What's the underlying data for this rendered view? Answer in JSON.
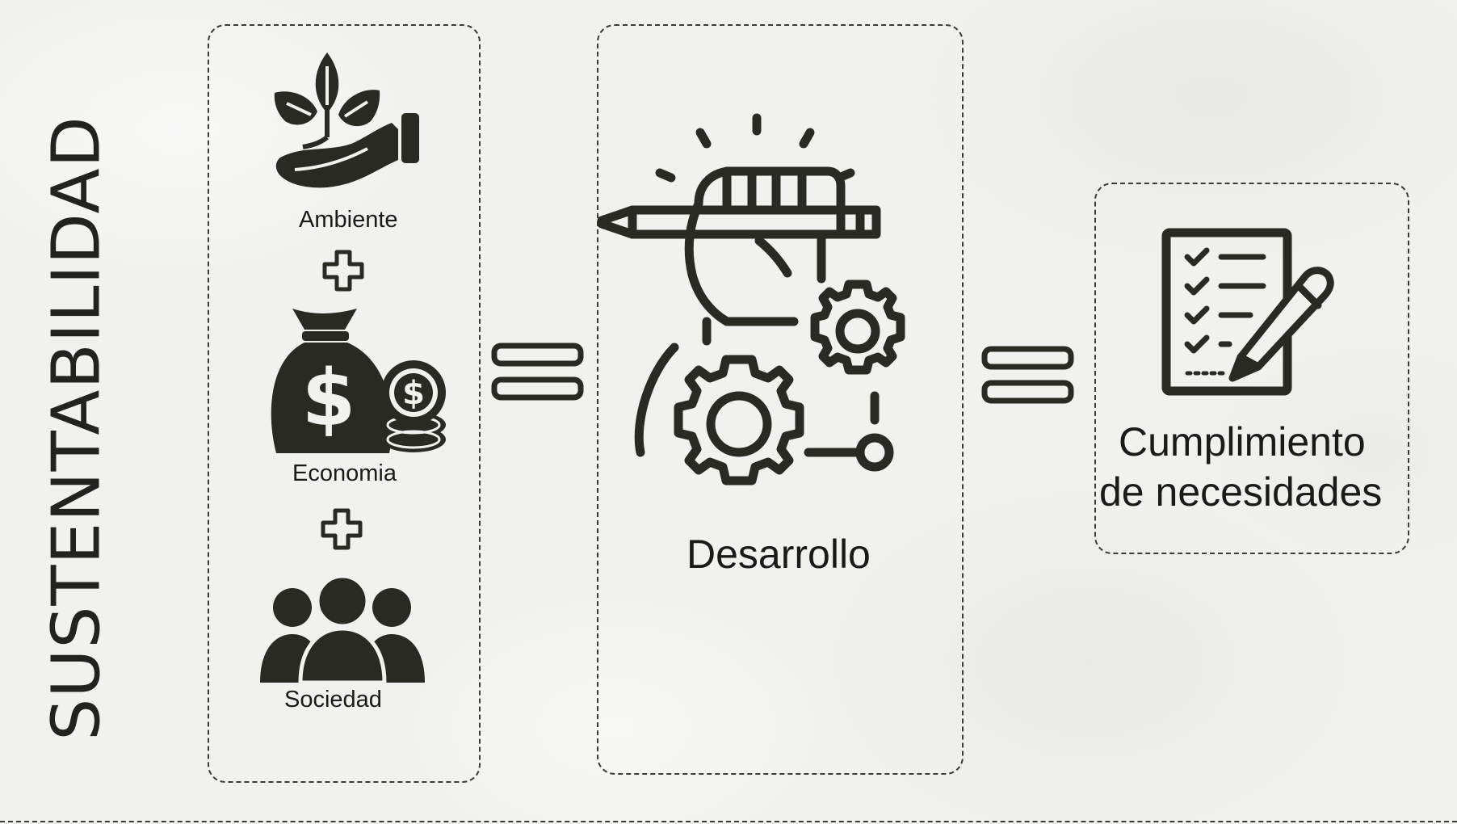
{
  "title": "SUSTENTABILIDAD",
  "pillars": [
    {
      "label": "Ambiente",
      "icon": "plant-hand-icon"
    },
    {
      "label": "Economia",
      "icon": "money-bag-icon"
    },
    {
      "label": "Sociedad",
      "icon": "people-group-icon"
    }
  ],
  "result": {
    "label": "Desarrollo",
    "icon": "hand-pencil-gears-icon"
  },
  "outcome": {
    "label_line1": "Cumplimiento",
    "label_line2": "de necesidades",
    "icon": "checklist-pen-icon"
  },
  "colors": {
    "ink": "#2a2a24",
    "background": "#f1f1ef"
  }
}
